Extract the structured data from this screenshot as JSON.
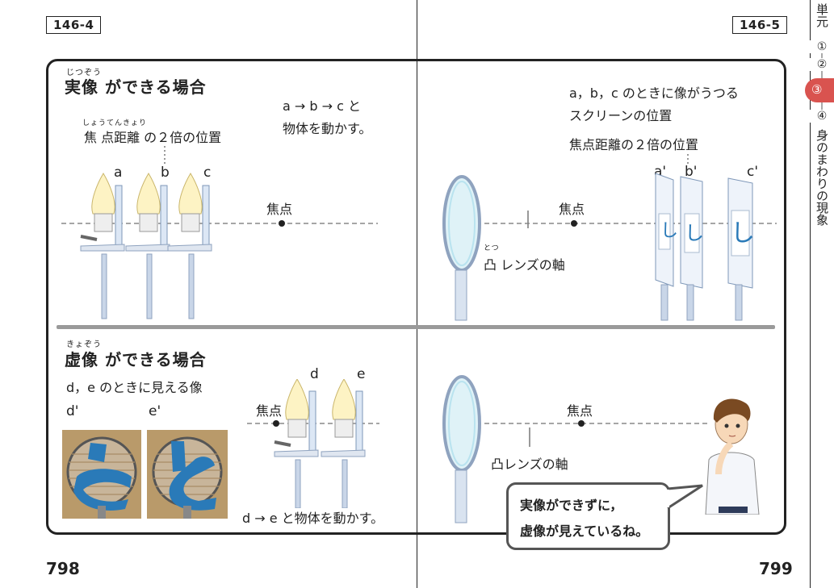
{
  "left_page": {
    "code": "146-4",
    "number": "798"
  },
  "right_page": {
    "code": "146-5",
    "number": "799"
  },
  "sidebar": {
    "title": "単元",
    "units": [
      "①",
      "②",
      "③",
      "④"
    ],
    "active_index": 2,
    "chapter_title": "身のまわりの現象",
    "active_color": "#d9534f"
  },
  "real_image": {
    "ruby": "じつぞう",
    "heading": "実像 ができる場合",
    "focal_ruby": "しょうてんきょり",
    "focal_label": "焦 点距離 の２倍の位置",
    "move_text_1": "a → b → c と",
    "move_text_2": "物体を動かす。",
    "labels": [
      "a",
      "b",
      "c"
    ],
    "focus_label": "焦点",
    "screen_text_1": "a，b，c のときに像がうつる",
    "screen_text_2": "スクリーンの位置",
    "focal2_label": "焦点距離の２倍の位置",
    "screen_labels": [
      "a'",
      "b'",
      "c'"
    ],
    "focus_label_right": "焦点",
    "lens_ruby": "とつ",
    "lens_axis": "凸 レンズの軸"
  },
  "virtual_image": {
    "ruby": "きょぞう",
    "heading": "虚像 ができる場合",
    "subtitle": "d，e のときに見える像",
    "photo_labels": [
      "d'",
      "e'"
    ],
    "labels": [
      "d",
      "e"
    ],
    "focus_label": "焦点",
    "move_text": "d → e と物体を動かす。",
    "focus_label_right": "焦点",
    "lens_axis": "凸レンズの軸",
    "speech_1": "実像ができずに，",
    "speech_2": "虚像が見えているね。"
  }
}
